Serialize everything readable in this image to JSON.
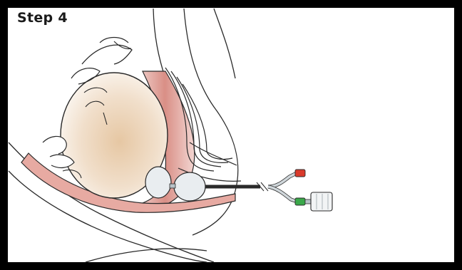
{
  "step_label": "Step 4",
  "colors": {
    "frame": "#000000",
    "outline": "#2a2a2a",
    "skin_tint": "#e8c9a8",
    "tissue_pink": "#d98f86",
    "balloon": "#e9edf0",
    "catheter": "#b8c2c8",
    "valve_red": "#d93a2b",
    "valve_green": "#3aa84a"
  },
  "icons": [
    "head-illustration",
    "uterus-illustration",
    "balloon-catheter-icon",
    "syringe-icon"
  ]
}
